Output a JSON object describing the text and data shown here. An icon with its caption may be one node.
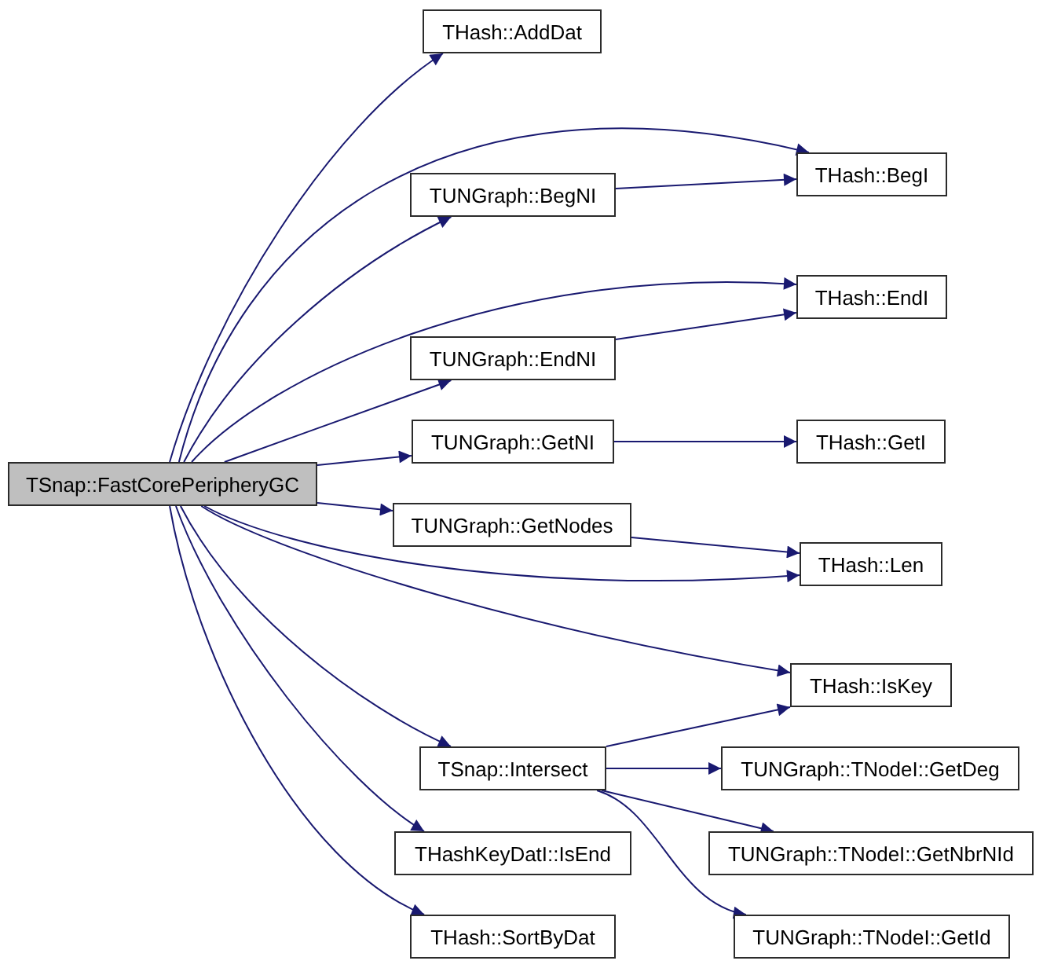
{
  "diagram": {
    "nodes": [
      {
        "text": [
          "TSnap::FastCorePeripheryGC"
        ]
      },
      {
        "text": [
          "THash::AddDat"
        ]
      },
      {
        "text": [
          "THash::BegI"
        ]
      },
      {
        "text": [
          "TUNGraph::BegNI"
        ]
      },
      {
        "text": [
          "THash::EndI"
        ]
      },
      {
        "text": [
          "TUNGraph::EndNI"
        ]
      },
      {
        "text": [
          "TUNGraph::GetNI"
        ]
      },
      {
        "text": [
          "THash::GetI"
        ]
      },
      {
        "text": [
          "TUNGraph::GetNodes"
        ]
      },
      {
        "text": [
          "THash::Len"
        ]
      },
      {
        "text": [
          "THash::IsKey"
        ]
      },
      {
        "text": [
          "TSnap::Intersect"
        ]
      },
      {
        "text": [
          "TUNGraph::TNodeI::GetDeg"
        ]
      },
      {
        "text": [
          "THashKeyDatI::IsEnd"
        ]
      },
      {
        "text": [
          "TUNGraph::TNodeI::GetNbrNId"
        ]
      },
      {
        "text": [
          "THash::SortByDat"
        ]
      },
      {
        "text": [
          "TUNGraph::TNodeI::GetId"
        ]
      }
    ],
    "edges": [
      {
        "from": 0,
        "to": 1,
        "arrow": "to"
      },
      {
        "from": 0,
        "to": 2,
        "arrow": "to"
      },
      {
        "from": 0,
        "to": 3,
        "arrow": "to"
      },
      {
        "from": 0,
        "to": 4,
        "arrow": "to"
      },
      {
        "from": 0,
        "to": 5,
        "arrow": "to"
      },
      {
        "from": 0,
        "to": 6,
        "arrow": "to"
      },
      {
        "from": 0,
        "to": 8,
        "arrow": "to"
      },
      {
        "from": 0,
        "to": 9,
        "arrow": "to"
      },
      {
        "from": 0,
        "to": 10,
        "arrow": "to"
      },
      {
        "from": 0,
        "to": 11,
        "arrow": "to"
      },
      {
        "from": 0,
        "to": 13,
        "arrow": "to"
      },
      {
        "from": 0,
        "to": 15,
        "arrow": "to"
      },
      {
        "from": 3,
        "to": 2,
        "arrow": "to"
      },
      {
        "from": 5,
        "to": 4,
        "arrow": "to"
      },
      {
        "from": 6,
        "to": 7,
        "arrow": "to"
      },
      {
        "from": 8,
        "to": 9,
        "arrow": "to"
      },
      {
        "from": 11,
        "to": 10,
        "arrow": "to"
      },
      {
        "from": 11,
        "to": 12,
        "arrow": "to"
      },
      {
        "from": 11,
        "to": 14,
        "arrow": "to"
      },
      {
        "from": 11,
        "to": 16,
        "arrow": "to"
      }
    ]
  }
}
